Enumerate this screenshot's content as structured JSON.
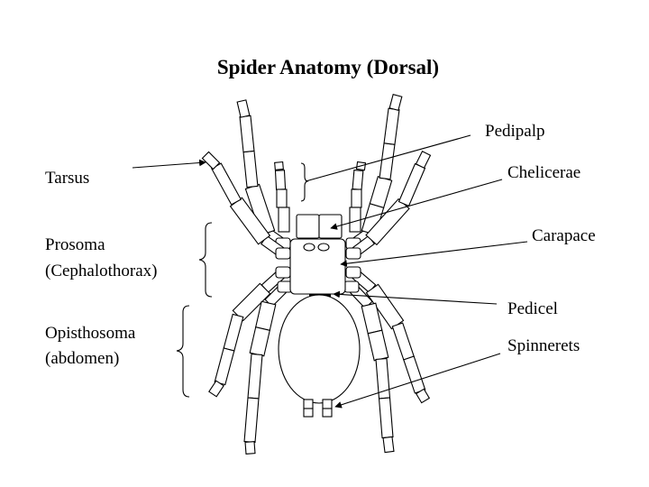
{
  "title": "Spider Anatomy (Dorsal)",
  "labels": {
    "tarsus": "Tarsus",
    "prosoma_1": "Prosoma",
    "prosoma_2": "(Cephalothorax)",
    "opisthosoma_1": "Opisthosoma",
    "opisthosoma_2": "(abdomen)",
    "pedipalp": "Pedipalp",
    "chelicerae": "Chelicerae",
    "carapace": "Carapace",
    "pedicel": "Pedicel",
    "spinnerets": "Spinnerets"
  }
}
